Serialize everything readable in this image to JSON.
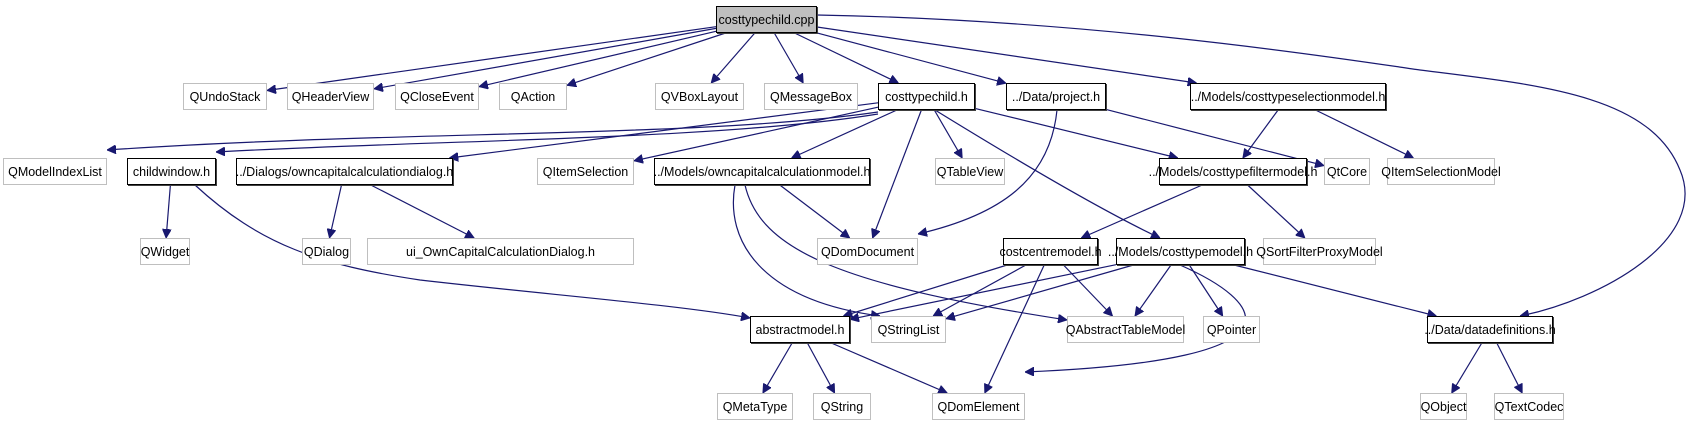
{
  "title": "costtypechild.cpp include dependency graph",
  "colors": {
    "edge": "#191970",
    "root_fill": "#bfbfbf",
    "ext_border": "#bfbfbf",
    "local_border": "#000000"
  },
  "nodes": [
    {
      "id": "root",
      "label": "costtypechild.cpp",
      "kind": "root"
    },
    {
      "id": "qundostack",
      "label": "QUndoStack",
      "kind": "ext"
    },
    {
      "id": "qheaderview",
      "label": "QHeaderView",
      "kind": "ext"
    },
    {
      "id": "qcloseevent",
      "label": "QCloseEvent",
      "kind": "ext"
    },
    {
      "id": "qaction",
      "label": "QAction",
      "kind": "ext"
    },
    {
      "id": "qvboxlayout",
      "label": "QVBoxLayout",
      "kind": "ext"
    },
    {
      "id": "qmessagebox",
      "label": "QMessageBox",
      "kind": "ext"
    },
    {
      "id": "costtypechild_h",
      "label": "costtypechild.h",
      "kind": "local"
    },
    {
      "id": "project_h",
      "label": "../Data/project.h",
      "kind": "local"
    },
    {
      "id": "costtypeselectionmodel_h",
      "label": "../Models/costtypeselectionmodel.h",
      "kind": "local"
    },
    {
      "id": "qmodelindexlist",
      "label": "QModelIndexList",
      "kind": "ext"
    },
    {
      "id": "childwindow_h",
      "label": "childwindow.h",
      "kind": "local"
    },
    {
      "id": "owncapdialog_h",
      "label": "../Dialogs/owncapitalcalculationdialog.h",
      "kind": "local"
    },
    {
      "id": "qitemselection",
      "label": "QItemSelection",
      "kind": "ext"
    },
    {
      "id": "owncapmodel_h",
      "label": "../Models/owncapitalcalculationmodel.h",
      "kind": "local"
    },
    {
      "id": "qtableview",
      "label": "QTableView",
      "kind": "ext"
    },
    {
      "id": "costtypefiltermodel_h",
      "label": "../Models/costtypefiltermodel.h",
      "kind": "local"
    },
    {
      "id": "qtcore",
      "label": "QtCore",
      "kind": "ext"
    },
    {
      "id": "qitemselectionmodel",
      "label": "QItemSelectionModel",
      "kind": "ext"
    },
    {
      "id": "qwidget",
      "label": "QWidget",
      "kind": "ext"
    },
    {
      "id": "qdialog",
      "label": "QDialog",
      "kind": "ext"
    },
    {
      "id": "ui_owncap_h",
      "label": "ui_OwnCapitalCalculationDialog.h",
      "kind": "ext"
    },
    {
      "id": "qdomdocument",
      "label": "QDomDocument",
      "kind": "ext"
    },
    {
      "id": "costcentremodel_h",
      "label": "costcentremodel.h",
      "kind": "local"
    },
    {
      "id": "costtypemodel_h",
      "label": "../Models/costtypemodel.h",
      "kind": "local"
    },
    {
      "id": "qsortfilterproxymodel",
      "label": "QSortFilterProxyModel",
      "kind": "ext"
    },
    {
      "id": "abstractmodel_h",
      "label": "abstractmodel.h",
      "kind": "local"
    },
    {
      "id": "qstringlist",
      "label": "QStringList",
      "kind": "ext"
    },
    {
      "id": "qabstracttablemodel",
      "label": "QAbstractTableModel",
      "kind": "ext"
    },
    {
      "id": "qpointer",
      "label": "QPointer",
      "kind": "ext"
    },
    {
      "id": "datadefinitions_h",
      "label": "../Data/datadefinitions.h",
      "kind": "local"
    },
    {
      "id": "qmetatype",
      "label": "QMetaType",
      "kind": "ext"
    },
    {
      "id": "qstring",
      "label": "QString",
      "kind": "ext"
    },
    {
      "id": "qdomelement",
      "label": "QDomElement",
      "kind": "ext"
    },
    {
      "id": "qobject",
      "label": "QObject",
      "kind": "ext"
    },
    {
      "id": "qtextcodec",
      "label": "QTextCodec",
      "kind": "ext"
    }
  ],
  "edges": [
    [
      "root",
      "qundostack"
    ],
    [
      "root",
      "qheaderview"
    ],
    [
      "root",
      "qcloseevent"
    ],
    [
      "root",
      "qaction"
    ],
    [
      "root",
      "qvboxlayout"
    ],
    [
      "root",
      "qmessagebox"
    ],
    [
      "root",
      "costtypechild_h"
    ],
    [
      "root",
      "project_h"
    ],
    [
      "root",
      "costtypeselectionmodel_h"
    ],
    [
      "root",
      "datadefinitions_h"
    ],
    [
      "costtypechild_h",
      "qmodelindexlist"
    ],
    [
      "costtypechild_h",
      "childwindow_h"
    ],
    [
      "costtypechild_h",
      "owncapdialog_h"
    ],
    [
      "costtypechild_h",
      "qitemselection"
    ],
    [
      "costtypechild_h",
      "owncapmodel_h"
    ],
    [
      "costtypechild_h",
      "qtableview"
    ],
    [
      "costtypechild_h",
      "costtypefiltermodel_h"
    ],
    [
      "costtypechild_h",
      "qdomdocument"
    ],
    [
      "costtypechild_h",
      "costtypemodel_h"
    ],
    [
      "project_h",
      "qdomdocument"
    ],
    [
      "project_h",
      "qtcore"
    ],
    [
      "costtypeselectionmodel_h",
      "costtypefiltermodel_h"
    ],
    [
      "costtypeselectionmodel_h",
      "qitemselectionmodel"
    ],
    [
      "childwindow_h",
      "qwidget"
    ],
    [
      "childwindow_h",
      "abstractmodel_h"
    ],
    [
      "owncapdialog_h",
      "qdialog"
    ],
    [
      "owncapdialog_h",
      "ui_owncap_h"
    ],
    [
      "owncapmodel_h",
      "qdomdocument"
    ],
    [
      "owncapmodel_h",
      "qstringlist"
    ],
    [
      "owncapmodel_h",
      "qabstracttablemodel"
    ],
    [
      "costtypefiltermodel_h",
      "costcentremodel_h"
    ],
    [
      "costtypefiltermodel_h",
      "qsortfilterproxymodel"
    ],
    [
      "costcentremodel_h",
      "abstractmodel_h"
    ],
    [
      "costcentremodel_h",
      "qstringlist"
    ],
    [
      "costcentremodel_h",
      "qabstracttablemodel"
    ],
    [
      "costcentremodel_h",
      "qdomelement"
    ],
    [
      "costtypemodel_h",
      "abstractmodel_h"
    ],
    [
      "costtypemodel_h",
      "qstringlist"
    ],
    [
      "costtypemodel_h",
      "qabstracttablemodel"
    ],
    [
      "costtypemodel_h",
      "qpointer"
    ],
    [
      "costtypemodel_h",
      "qdomelement"
    ],
    [
      "costtypemodel_h",
      "datadefinitions_h"
    ],
    [
      "abstractmodel_h",
      "qmetatype"
    ],
    [
      "abstractmodel_h",
      "qstring"
    ],
    [
      "abstractmodel_h",
      "qdomelement"
    ],
    [
      "datadefinitions_h",
      "qobject"
    ],
    [
      "datadefinitions_h",
      "qtextcodec"
    ]
  ]
}
